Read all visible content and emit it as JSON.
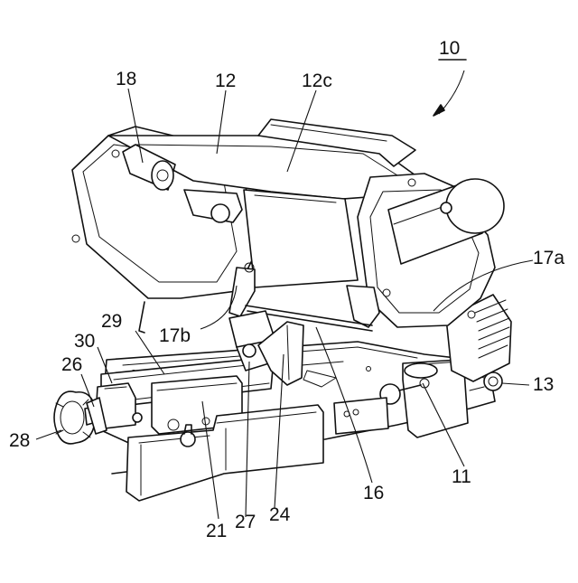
{
  "figure": {
    "assembly_number": "10",
    "labels": {
      "l10": "10",
      "l12": "12",
      "l12c": "12c",
      "l18": "18",
      "l17a": "17a",
      "l17b": "17b",
      "l29": "29",
      "l30": "30",
      "l26": "26",
      "l28": "28",
      "l13": "13",
      "l11": "11",
      "l16": "16",
      "l21": "21",
      "l27": "27",
      "l24": "24"
    }
  }
}
